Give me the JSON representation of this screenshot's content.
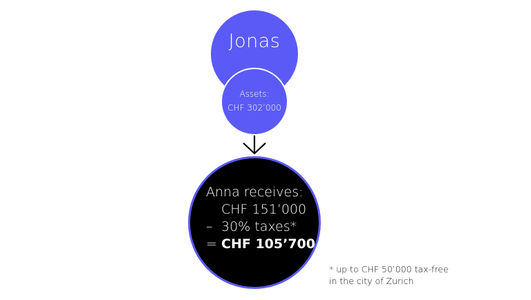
{
  "colors": {
    "accent": "#5b5af7",
    "result_fill": "#000000",
    "background": "#ffffff"
  },
  "person": {
    "name": "Jonas"
  },
  "assets": {
    "label": "Assets:",
    "value": "CHF 302’000"
  },
  "arrow_icon": "arrow-down-icon",
  "result": {
    "heading": "Anna receives:",
    "gross": "CHF 151’000",
    "minus_sign": "–",
    "taxes": "30% taxes*",
    "equals_sign": "=",
    "net": "CHF 105’700"
  },
  "footnote": {
    "line1": "* up to CHF 50’000 tax-free",
    "line2": "in the city of Zurich"
  }
}
